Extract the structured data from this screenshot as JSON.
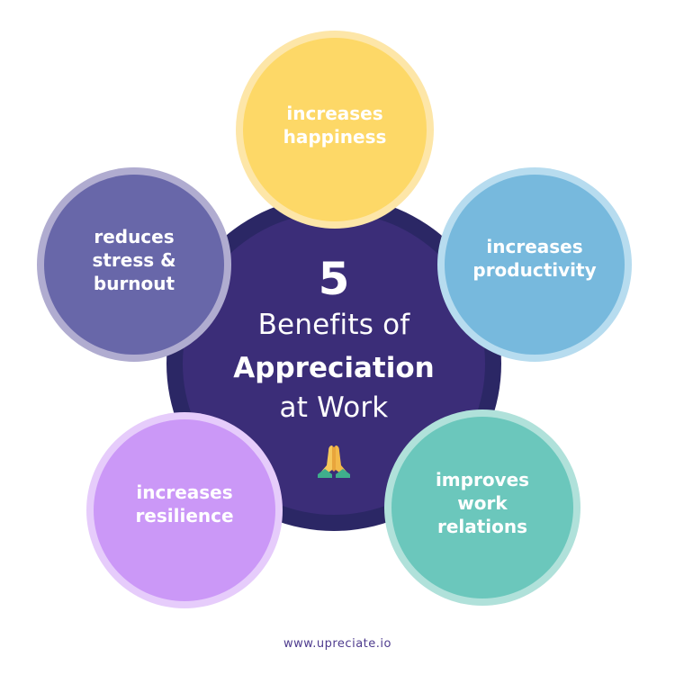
{
  "title": {
    "number": "5",
    "line1": "Benefits of",
    "line2": "Appreciation",
    "line3": "at Work",
    "icon": "folded-hands-icon"
  },
  "benefits": [
    {
      "label": "increases\nhappiness",
      "color": "#fdd867",
      "ring_color": "#fde6a8",
      "position": "top"
    },
    {
      "label": "reduces\nstress &\nburnout",
      "color": "#6867a9",
      "ring_color": "#b0acd0",
      "position": "upper-left"
    },
    {
      "label": "increases\nproductivity",
      "color": "#77b9dd",
      "ring_color": "#b7dcef",
      "position": "upper-right"
    },
    {
      "label": "increases\nresilience",
      "color": "#cb98f7",
      "ring_color": "#e6ccfb",
      "position": "lower-left"
    },
    {
      "label": "improves\nwork\nrelations",
      "color": "#6bc7bc",
      "ring_color": "#b0e1da",
      "position": "lower-right"
    }
  ],
  "center_colors": {
    "ring": "#2b2765",
    "core": "#3b2d78"
  },
  "footer": {
    "url": "www.upreciate.io",
    "color": "#4e3b8e"
  }
}
